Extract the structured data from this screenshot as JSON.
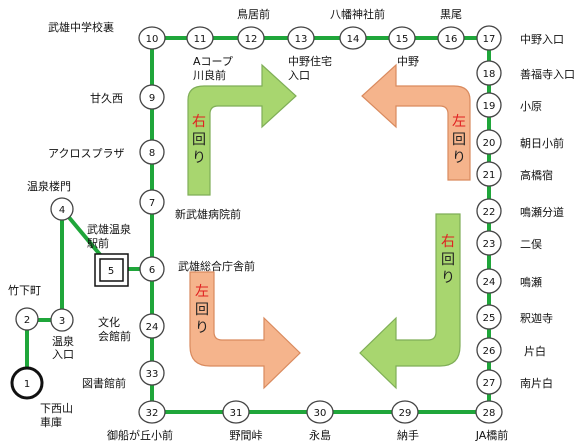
{
  "colors": {
    "route_line": "#1fa63a",
    "stop_fill": "#ffffff",
    "stop_stroke": "#444444",
    "green_arrow_fill": "#a8d66f",
    "green_arrow_stroke": "#7fae57",
    "orange_arrow_fill": "#f5b48c",
    "orange_arrow_stroke": "#d98a5e",
    "direction_text_red": "#e02020",
    "direction_text_dark": "#222222"
  },
  "stops": [
    {
      "id": "s1",
      "number": "1",
      "label": "下西山 車庫"
    },
    {
      "id": "s2",
      "number": "2",
      "label": "竹下町"
    },
    {
      "id": "s3",
      "number": "3",
      "label": "温泉 入口"
    },
    {
      "id": "s4",
      "number": "4",
      "label": "温泉楼門"
    },
    {
      "id": "s5",
      "number": "5",
      "label": "武雄温泉 駅前"
    },
    {
      "id": "s6",
      "number": "6",
      "label": "武雄総合庁舎前"
    },
    {
      "id": "s7",
      "number": "7",
      "label": "新武雄病院前"
    },
    {
      "id": "s8",
      "number": "8",
      "label": "アクロスプラザ"
    },
    {
      "id": "s9",
      "number": "9",
      "label": "甘久西"
    },
    {
      "id": "s10",
      "number": "10",
      "label": "武雄中学校裏"
    },
    {
      "id": "s11",
      "number": "11",
      "label": "Aコープ 川良前"
    },
    {
      "id": "s12",
      "number": "12",
      "label": "鳥居前"
    },
    {
      "id": "s13",
      "number": "13",
      "label": "中野住宅 入口"
    },
    {
      "id": "s14",
      "number": "14",
      "label": "八幡神社前"
    },
    {
      "id": "s15",
      "number": "15",
      "label": "中野"
    },
    {
      "id": "s16",
      "number": "16",
      "label": "黒尾"
    },
    {
      "id": "s17",
      "number": "17",
      "label": "中野入口"
    },
    {
      "id": "s18",
      "number": "18",
      "label": "善福寺入口"
    },
    {
      "id": "s19",
      "number": "19",
      "label": "小原"
    },
    {
      "id": "s20",
      "number": "20",
      "label": "朝日小前"
    },
    {
      "id": "s21",
      "number": "21",
      "label": "高橋宿"
    },
    {
      "id": "s22",
      "number": "22",
      "label": "鳴瀬分道"
    },
    {
      "id": "s23",
      "number": "23",
      "label": "二俣"
    },
    {
      "id": "s24",
      "number": "24",
      "label": "鳴瀬"
    },
    {
      "id": "s25",
      "number": "25",
      "label": "釈迦寺"
    },
    {
      "id": "s26",
      "number": "26",
      "label": "片白"
    },
    {
      "id": "s27",
      "number": "27",
      "label": "南片白"
    },
    {
      "id": "s28",
      "number": "28",
      "label": "JA橋前"
    },
    {
      "id": "s29",
      "number": "29",
      "label": "納手"
    },
    {
      "id": "s30",
      "number": "30",
      "label": "永島"
    },
    {
      "id": "s31",
      "number": "31",
      "label": "野間峠"
    },
    {
      "id": "s32",
      "number": "32",
      "label": "御船が丘小前"
    },
    {
      "id": "s33",
      "number": "33",
      "label": "図書館前"
    },
    {
      "id": "s34",
      "number": "24",
      "label": "文化 会館前"
    }
  ],
  "arrows": {
    "top_left": {
      "label_red": "右",
      "label_dark": "回り"
    },
    "top_right": {
      "label_red": "左",
      "label_dark": "回り"
    },
    "bottom_left": {
      "label_red": "左",
      "label_dark": "回り"
    },
    "bottom_right": {
      "label_red": "右",
      "label_dark": "回り"
    }
  }
}
